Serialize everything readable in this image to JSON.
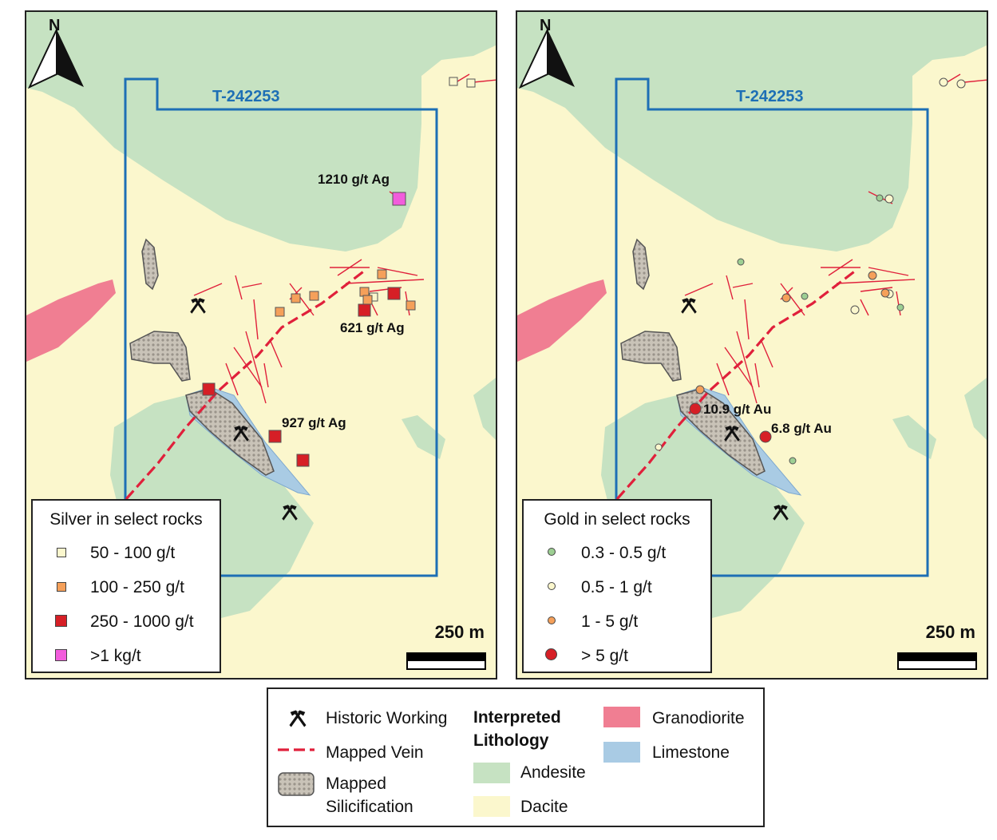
{
  "claim_id": "T-242253",
  "north_label": "N",
  "colors": {
    "andesite": "#c6e2c2",
    "dacite": "#fbf7cd",
    "granodiorite": "#f07e92",
    "limestone": "#a9cbe4",
    "claim_outline": "#1d6fb5",
    "vein": "#e0203b"
  },
  "silver_panel": {
    "legend_title": "Silver in select rocks",
    "legend_items": [
      {
        "label": "50 - 100 g/t",
        "color": "#fbf7cd"
      },
      {
        "label": "100 - 250 g/t",
        "color": "#f5a05a"
      },
      {
        "label": "250 - 1000 g/t",
        "color": "#d61f26"
      },
      {
        "label": ">1 kg/t",
        "color": "#f25cdc"
      }
    ],
    "annotations": [
      "1210 g/t Ag",
      "621 g/t Ag",
      "927 g/t Ag"
    ],
    "scale": "250 m"
  },
  "gold_panel": {
    "legend_title": "Gold in select rocks",
    "legend_items": [
      {
        "label": "0.3 - 0.5 g/t",
        "color": "#9dcf93"
      },
      {
        "label": "0.5 - 1 g/t",
        "color": "#fbf7cd"
      },
      {
        "label": "1 - 5 g/t",
        "color": "#f5a05a"
      },
      {
        "label": "> 5 g/t",
        "color": "#d61f26"
      }
    ],
    "annotations": [
      "10.9 g/t Au",
      "6.8 g/t Au"
    ],
    "scale": "250 m"
  },
  "main_legend": {
    "historic_working": "Historic Working",
    "mapped_vein": "Mapped Vein",
    "mapped_silicification": [
      "Mapped",
      "Silicification"
    ],
    "lithology_heading": [
      "Interpreted",
      "Lithology"
    ],
    "andesite": "Andesite",
    "dacite": "Dacite",
    "granodiorite": "Granodiorite",
    "limestone": "Limestone"
  }
}
